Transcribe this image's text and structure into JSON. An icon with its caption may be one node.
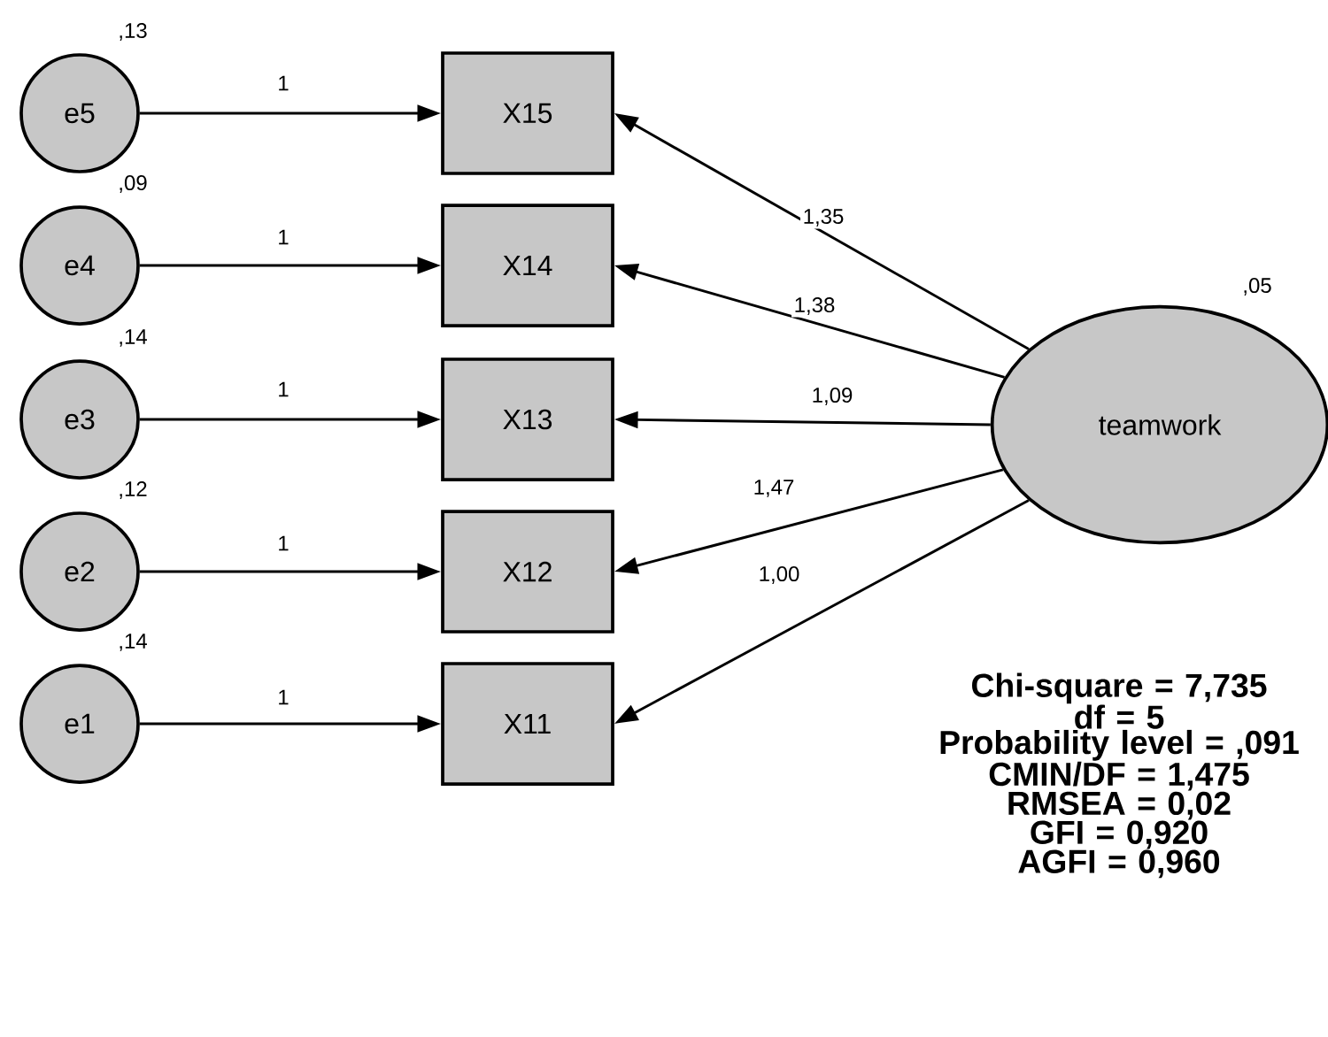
{
  "diagram": {
    "nodes": [
      {
        "text": [
          "e5"
        ],
        "beside": [
          ",13"
        ]
      },
      {
        "text": [
          "e4"
        ],
        "beside": [
          ",09"
        ]
      },
      {
        "text": [
          "e3"
        ],
        "beside": [
          ",14"
        ]
      },
      {
        "text": [
          "e2"
        ],
        "beside": [
          ",12"
        ]
      },
      {
        "text": [
          "e1"
        ],
        "beside": [
          ",14"
        ]
      },
      {
        "text": [
          "X15"
        ]
      },
      {
        "text": [
          "X14"
        ]
      },
      {
        "text": [
          "X13"
        ]
      },
      {
        "text": [
          "X12"
        ]
      },
      {
        "text": [
          "X11"
        ]
      },
      {
        "text": [
          "teamwork"
        ],
        "beside": [
          ",05"
        ]
      }
    ],
    "edges": [
      {
        "from": 0,
        "to": 5,
        "arrow": "to",
        "label": "1"
      },
      {
        "from": 1,
        "to": 6,
        "arrow": "to",
        "label": "1"
      },
      {
        "from": 2,
        "to": 7,
        "arrow": "to",
        "label": "1"
      },
      {
        "from": 3,
        "to": 8,
        "arrow": "to",
        "label": "1"
      },
      {
        "from": 4,
        "to": 9,
        "arrow": "to",
        "label": "1"
      },
      {
        "from": 10,
        "to": 5,
        "arrow": "to",
        "label": "1,35"
      },
      {
        "from": 10,
        "to": 6,
        "arrow": "to",
        "label": "1,38"
      },
      {
        "from": 10,
        "to": 7,
        "arrow": "to",
        "label": "1,09"
      },
      {
        "from": 10,
        "to": 8,
        "arrow": "to",
        "label": "1,47"
      },
      {
        "from": 10,
        "to": 9,
        "arrow": "to",
        "label": "1,00"
      }
    ],
    "labels": [
      "Chi-square = 7,735",
      "df = 5",
      "Probability level = ,091",
      "CMIN/DF = 1,475",
      "RMSEA = 0,02",
      "GFI = 0,920",
      "AGFI = 0,960"
    ]
  }
}
